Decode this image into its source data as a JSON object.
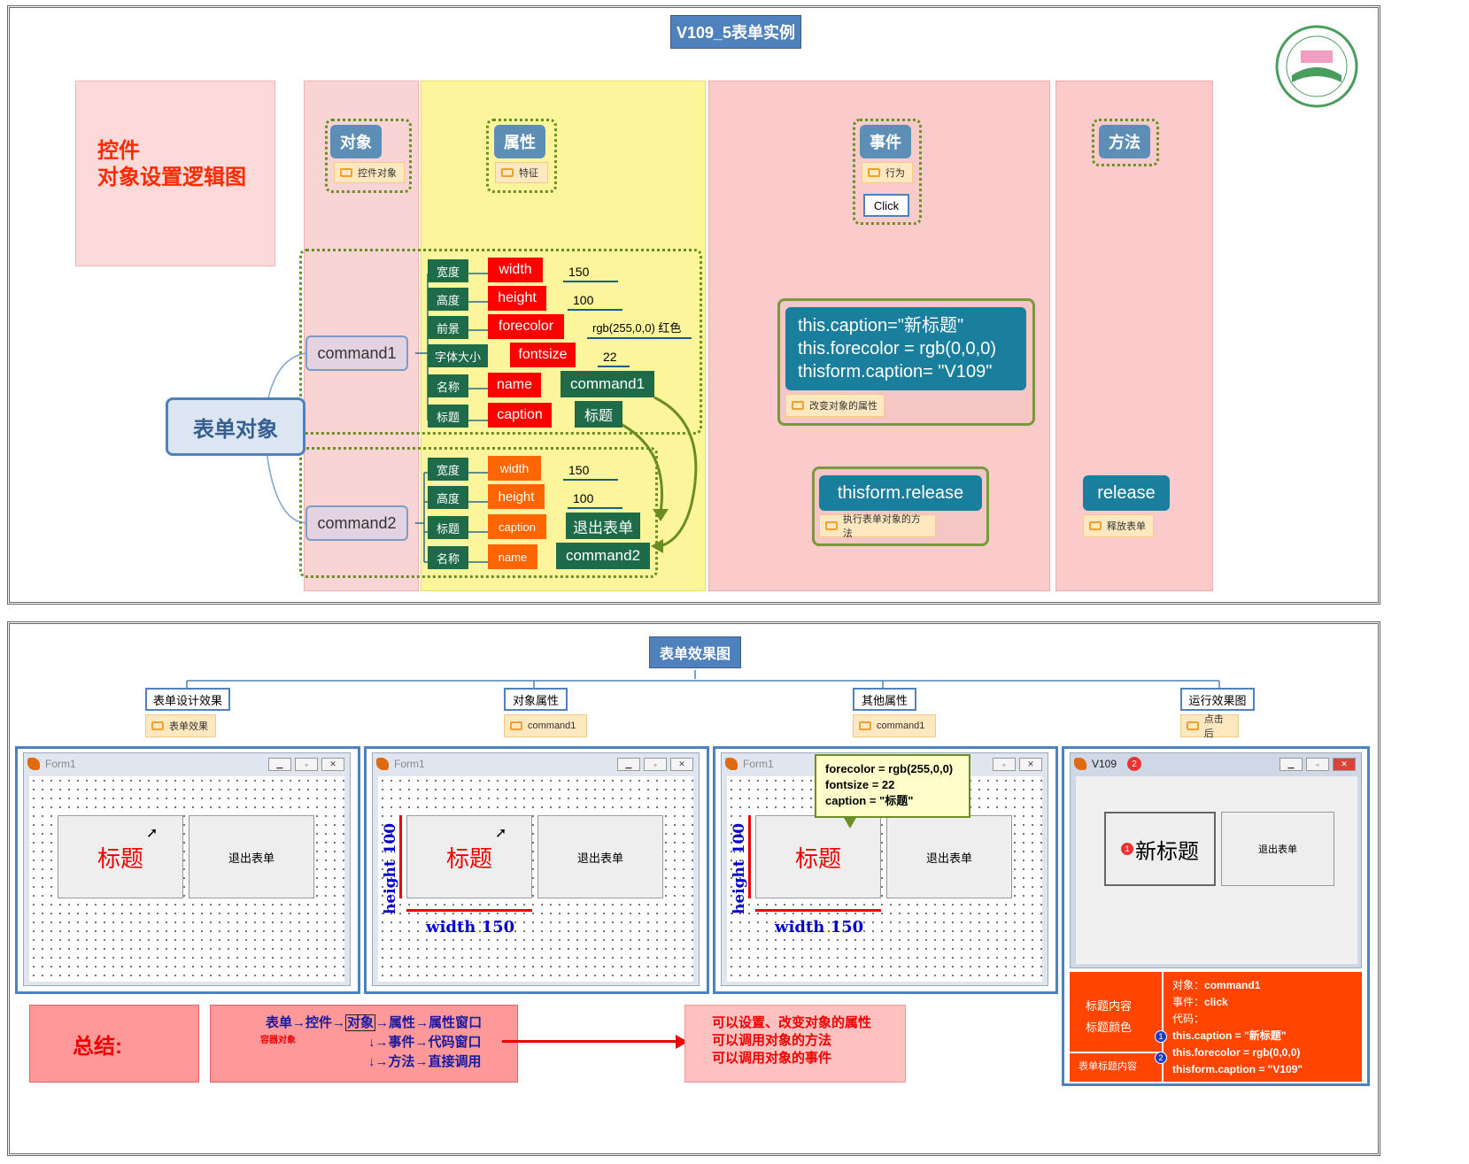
{
  "top": {
    "title": "V109_5表单实例",
    "logic_title_1": "控件",
    "logic_title_2": "对象设置逻辑图",
    "columns": [
      {
        "topic": "对象",
        "note": "控件对象"
      },
      {
        "topic": "属性",
        "note": "特征"
      },
      {
        "topic": "事件",
        "note": "行为",
        "sub": "Click"
      },
      {
        "topic": "方法"
      }
    ],
    "root": "表单对象",
    "command1": {
      "name": "command1",
      "rows": [
        {
          "cn": "宽度",
          "prop": "width",
          "val": "150"
        },
        {
          "cn": "高度",
          "prop": "height",
          "val": "100"
        },
        {
          "cn": "前景",
          "prop": "forecolor",
          "val": "rgb(255,0,0) 红色"
        },
        {
          "cn": "字体大小",
          "prop": "fontsize",
          "val": "22"
        },
        {
          "cn": "名称",
          "prop": "name",
          "val": "command1"
        },
        {
          "cn": "标题",
          "prop": "caption",
          "val": "标题"
        }
      ]
    },
    "command2": {
      "name": "command2",
      "rows": [
        {
          "cn": "宽度",
          "prop": "width",
          "val": "150"
        },
        {
          "cn": "高度",
          "prop": "height",
          "val": "100"
        },
        {
          "cn": "标题",
          "prop": "caption",
          "val": "退出表单"
        },
        {
          "cn": "名称",
          "prop": "name",
          "val": "command2"
        }
      ]
    },
    "event_code": {
      "line1": "this.caption=\"新标题\"",
      "line2": "this.forecolor = rgb(0,0,0)",
      "line3": "thisform.caption= \"V109\"",
      "note": "改变对象的属性"
    },
    "release_event": {
      "text": "thisform.release",
      "note": "执行表单对象的方法"
    },
    "release_method": {
      "text": "release",
      "note": "释放表单"
    }
  },
  "bottom": {
    "title": "表单效果图",
    "branches": [
      {
        "label": "表单设计效果",
        "note": "表单效果"
      },
      {
        "label": "对象属性",
        "note": "command1"
      },
      {
        "label": "其他属性",
        "note": "command1"
      },
      {
        "label": "运行效果图",
        "note": "点击后"
      }
    ],
    "form_title": "Form1",
    "run_title": "V109",
    "btn1": "标题",
    "btn2": "退出表单",
    "run_btn1": "新标题",
    "height_label": "height 100",
    "width_label": "width 150",
    "tooltip": {
      "l1": "forecolor = rgb(255,0,0)",
      "l2": "fontsize = 22",
      "l3": "caption = \"标题\""
    },
    "badge1": "1",
    "badge2": "2",
    "summary": {
      "label": "总结:",
      "l1a": "表单",
      "l1b": "控件",
      "l1c": "对象",
      "l1d": "属性",
      "l1e": "属性窗口",
      "container": "容器对象",
      "l2a": "事件",
      "l2b": "代码窗口",
      "l3a": "方法",
      "l3b": "直接调用",
      "r1": "可以设置、改变对象的属性",
      "r2": "可以调用对象的方法",
      "r3": "可以调用对象的事件"
    },
    "code_box": {
      "k1": "标题内容",
      "k2": "标题颜色",
      "k3": "表单标题内容",
      "obj": "对象：",
      "obj_v": "command1",
      "evt": "事件：",
      "evt_v": "click",
      "code": "代码：",
      "c1": "this.caption = \"新标题\"",
      "c2": "this.forecolor = rgb(0,0,0)",
      "c3": "thisform.caption = \"V109\""
    }
  },
  "colors": {
    "accent": "#4f81bd",
    "red": "#ff0000",
    "orange": "#ff6600",
    "green": "#1e6b4a",
    "teal": "#1a7f9c"
  }
}
